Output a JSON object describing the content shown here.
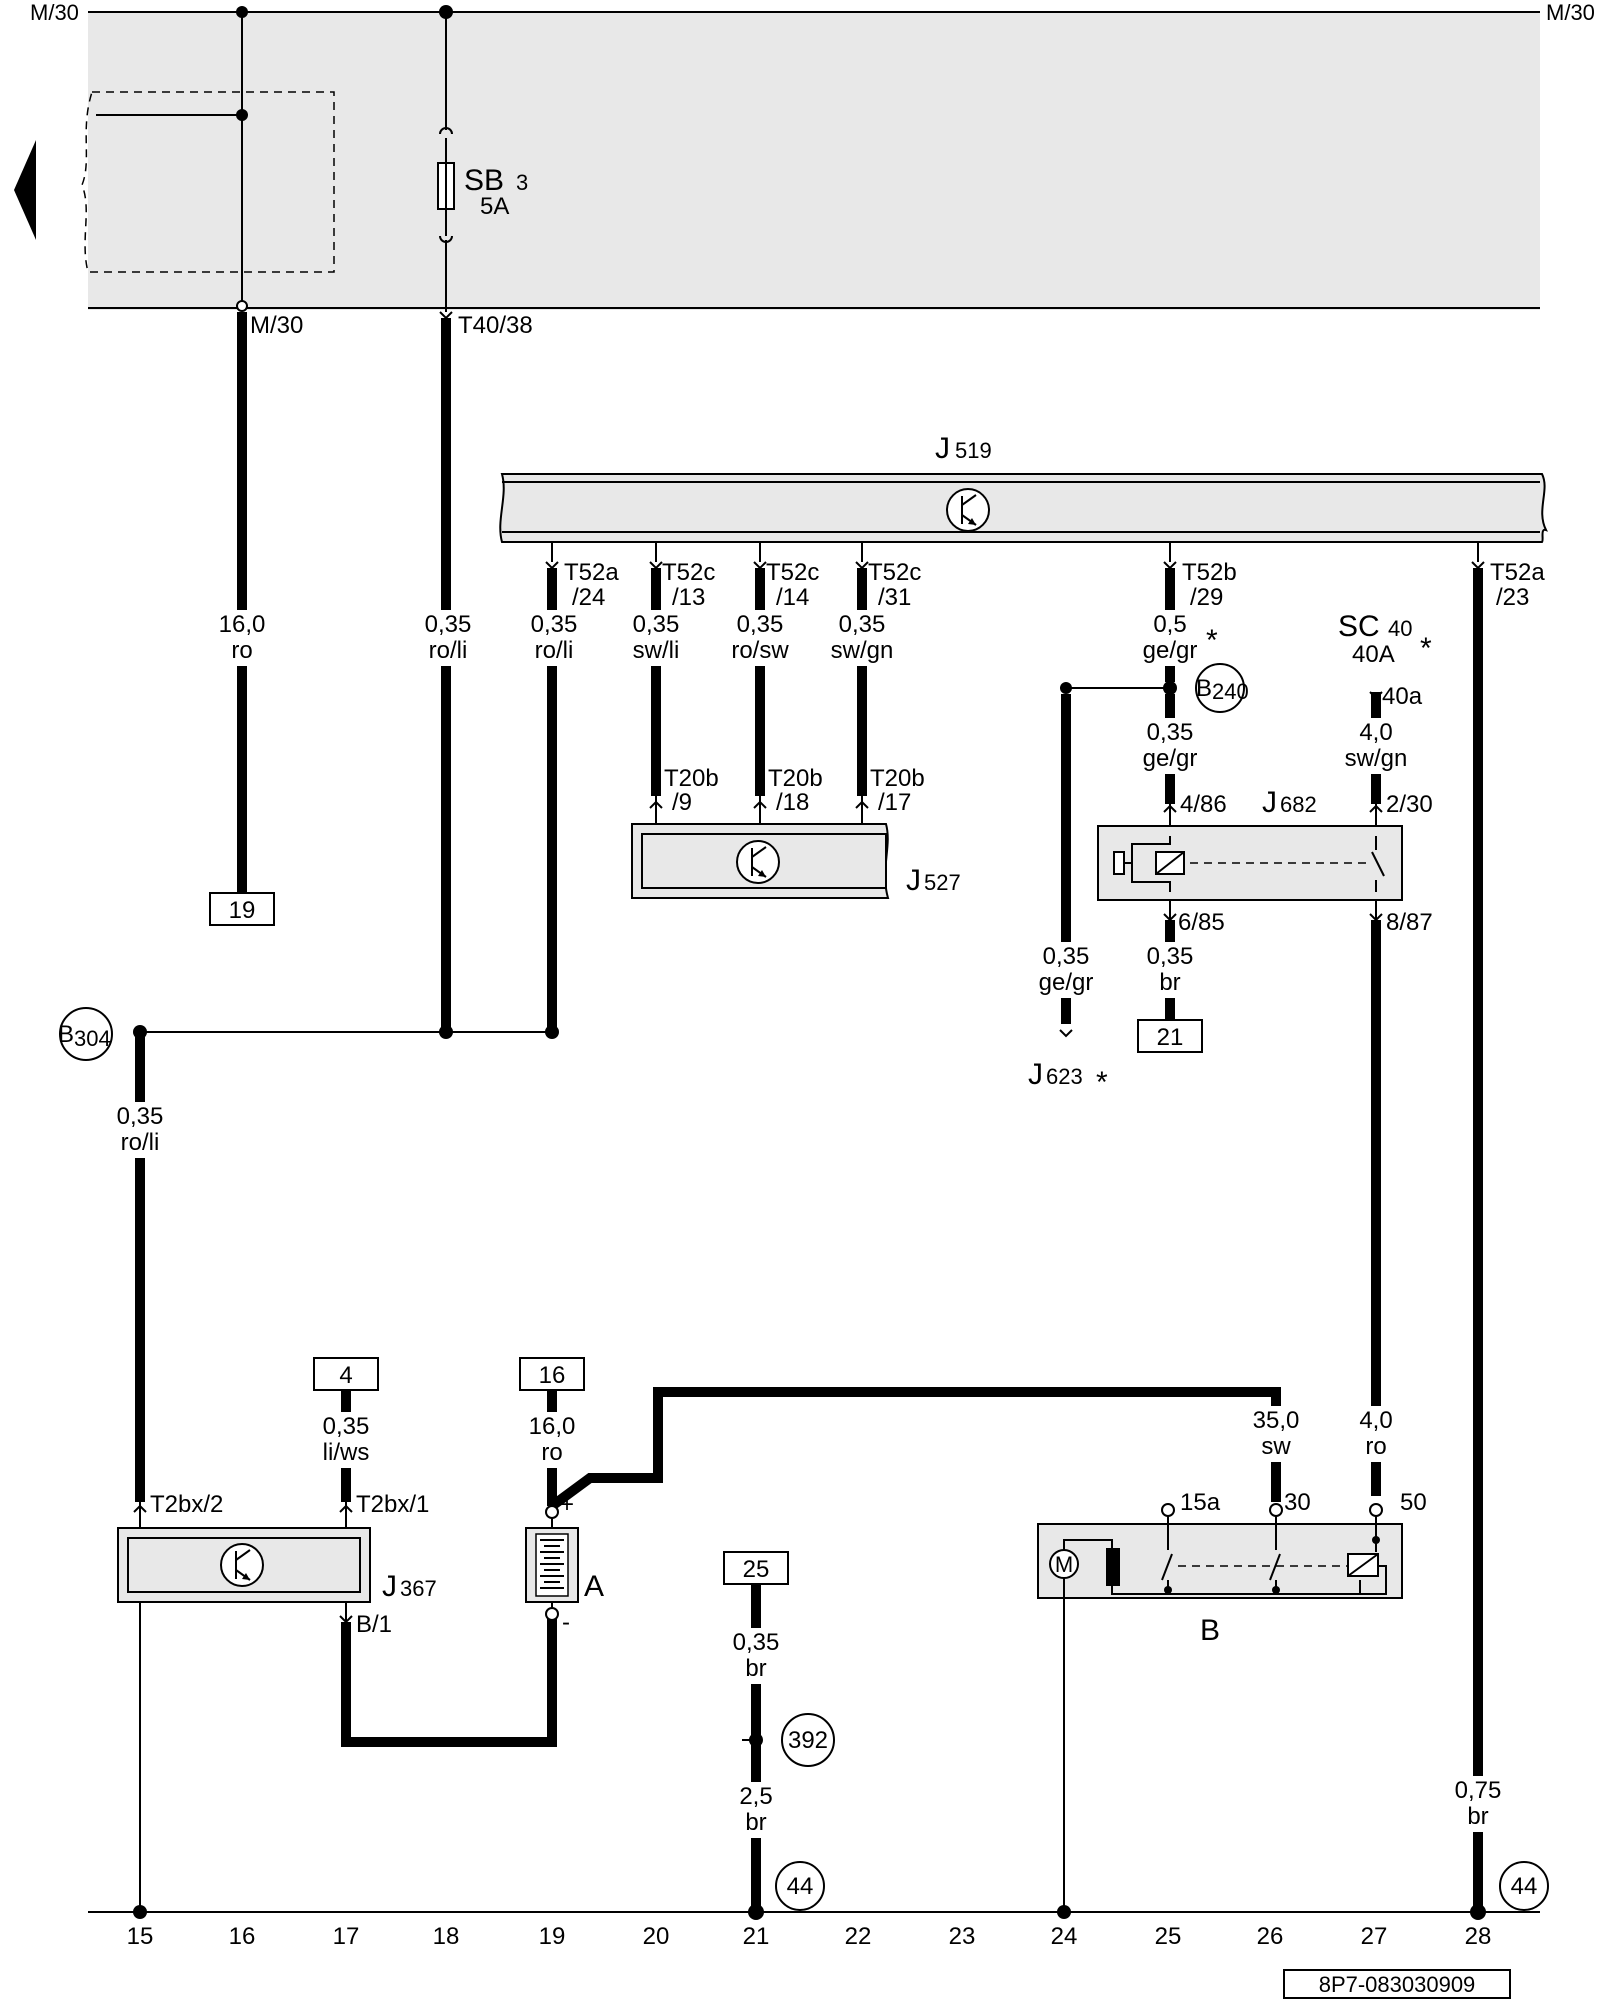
{
  "rails": {
    "left_top": "M/30",
    "right_top": "M/30"
  },
  "fuse": {
    "name": "SB",
    "sub": "3",
    "rating": "5A"
  },
  "top_connections": {
    "m30": "M/30",
    "t40": "T40/38"
  },
  "j519": {
    "name": "J",
    "sub": "519"
  },
  "j519_pins": [
    {
      "l1": "T52a",
      "l2": "/24"
    },
    {
      "l1": "T52c",
      "l2": "/13"
    },
    {
      "l1": "T52c",
      "l2": "/14"
    },
    {
      "l1": "T52c",
      "l2": "/31"
    },
    {
      "l1": "T52b",
      "l2": "/29"
    },
    {
      "l1": "T52a",
      "l2": "/23"
    }
  ],
  "wires": {
    "w15": {
      "size": "16,0",
      "color": "ro"
    },
    "w18": {
      "size": "0,35",
      "color": "ro/li"
    },
    "w19": {
      "size": "0,35",
      "color": "ro/li"
    },
    "w20": {
      "size": "0,35",
      "color": "sw/li"
    },
    "w21": {
      "size": "0,35",
      "color": "ro/sw"
    },
    "w22": {
      "size": "0,35",
      "color": "sw/gn"
    },
    "w25a": {
      "size": "0,5",
      "color": "ge/gr"
    },
    "w25b": {
      "size": "0,35",
      "color": "ge/gr"
    },
    "w24": {
      "size": "0,35",
      "color": "ge/gr"
    },
    "w25c": {
      "size": "0,35",
      "color": "br"
    },
    "w27a": {
      "size": "4,0",
      "color": "sw/gn"
    },
    "w27b": {
      "size": "4,0",
      "color": "ro"
    },
    "w_b304": {
      "size": "0,35",
      "color": "ro/li"
    },
    "w17": {
      "size": "0,35",
      "color": "li/ws"
    },
    "w19b": {
      "size": "16,0",
      "color": "ro"
    },
    "w26": {
      "size": "35,0",
      "color": "sw"
    },
    "w21a": {
      "size": "0,35",
      "color": "br"
    },
    "w21b": {
      "size": "2,5",
      "color": "br"
    },
    "w28": {
      "size": "0,75",
      "color": "br"
    }
  },
  "asterisk": "*",
  "b240": {
    "name": "B",
    "sub": "240"
  },
  "b304": {
    "name": "B",
    "sub": "304"
  },
  "sc40": {
    "name": "SC",
    "sub": "40",
    "rating": "40A",
    "pin": "40a"
  },
  "j527": {
    "name": "J",
    "sub": "527",
    "pins": [
      {
        "l1": "T20b",
        "l2": "/9"
      },
      {
        "l1": "T20b",
        "l2": "/18"
      },
      {
        "l1": "T20b",
        "l2": "/17"
      }
    ]
  },
  "j682": {
    "name": "J",
    "sub": "682",
    "pins": {
      "p86": "4/86",
      "p30": "2/30",
      "p85": "6/85",
      "p87": "8/87"
    }
  },
  "j623": {
    "name": "J",
    "sub": "623"
  },
  "j367": {
    "name": "J",
    "sub": "367",
    "pins": {
      "p2": "T2bx/2",
      "p1": "T2bx/1",
      "b1": "B/1"
    }
  },
  "battery": {
    "name": "A",
    "plus": "+",
    "minus": "-"
  },
  "starter": {
    "name": "B",
    "motor": "M",
    "pins": {
      "p15a": "15a",
      "p30": "30",
      "p50": "50"
    }
  },
  "ref_boxes": {
    "r19": "19",
    "r21": "21",
    "r4": "4",
    "r16": "16",
    "r25": "25"
  },
  "ground_points": {
    "g392": "392",
    "g44a": "44",
    "g44b": "44"
  },
  "columns": [
    "15",
    "16",
    "17",
    "18",
    "19",
    "20",
    "21",
    "22",
    "23",
    "24",
    "25",
    "26",
    "27",
    "28"
  ],
  "doc_code": "8P7-083030909"
}
